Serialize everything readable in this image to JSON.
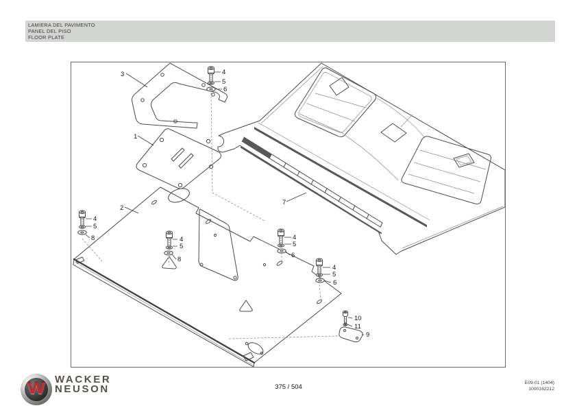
{
  "header": {
    "title_it": "LAMIERA DEL PAVIMENTO",
    "title_es": "PANEL DEL PISO",
    "title_en": "FLOOR PLATE"
  },
  "diagram": {
    "callouts": {
      "n1": "1",
      "n2": "2",
      "n3": "3",
      "n4": "4",
      "n5": "5",
      "n6": "6",
      "n7": "7",
      "n8": "8",
      "n9": "9",
      "n10": "10",
      "n11": "11"
    }
  },
  "footer": {
    "logo_letter": "W",
    "brand_top": "WACKER",
    "brand_bottom": "NEUSON",
    "page_indicator": "375 / 504",
    "doc_code": "E09-01 (1404)",
    "doc_number": "1000162212"
  },
  "colors": {
    "header_bg": "#d3d5d2",
    "brand_red": "#c9252c",
    "brand_gray": "#55504a",
    "line_color": "#4a4a4a"
  }
}
